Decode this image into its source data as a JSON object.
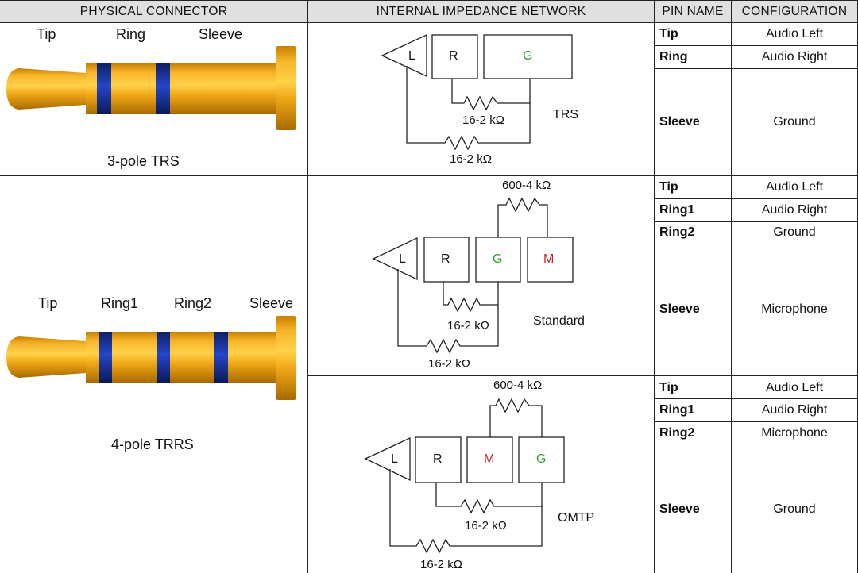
{
  "headers": {
    "physical": "PHYSICAL CONNECTOR",
    "network": "INTERNAL IMPEDANCE NETWORK",
    "pin_name": "PIN NAME",
    "configuration": "CONFIGURATION"
  },
  "colors": {
    "header_bg": "#e0e0e0",
    "plug_gold": "#f0a818",
    "plug_band": "#1a3aa8",
    "ground_label": "#2e9e2e",
    "mic_label": "#cc2222"
  },
  "trs": {
    "labels": [
      "Tip",
      "Ring",
      "Sleeve"
    ],
    "name": "3-pole TRS",
    "circuit": {
      "boxes": [
        "L",
        "R",
        "G"
      ],
      "resistor_top": "16-2 kΩ",
      "resistor_bottom": "16-2 kΩ",
      "type_label": "TRS"
    },
    "pins": [
      {
        "name": "Tip",
        "config": "Audio Left"
      },
      {
        "name": "Ring",
        "config": "Audio Right"
      },
      {
        "name": "Sleeve",
        "config": "Ground"
      }
    ]
  },
  "trrs": {
    "labels": [
      "Tip",
      "Ring1",
      "Ring2",
      "Sleeve"
    ],
    "name": "4-pole TRRS",
    "standard": {
      "boxes": [
        "L",
        "R",
        "G",
        "M"
      ],
      "resistor_mic": "600-4 kΩ",
      "resistor_top": "16-2 kΩ",
      "resistor_bottom": "16-2 kΩ",
      "type_label": "Standard"
    },
    "omtp": {
      "boxes": [
        "L",
        "R",
        "M",
        "G"
      ],
      "resistor_mic": "600-4 kΩ",
      "resistor_top": "16-2 kΩ",
      "resistor_bottom": "16-2 kΩ",
      "type_label": "OMTP"
    },
    "standard_pins": [
      {
        "name": "Tip",
        "config": "Audio Left"
      },
      {
        "name": "Ring1",
        "config": "Audio Right"
      },
      {
        "name": "Ring2",
        "config": "Ground"
      },
      {
        "name": "Sleeve",
        "config": "Microphone"
      }
    ],
    "omtp_pins": [
      {
        "name": "Tip",
        "config": "Audio Left"
      },
      {
        "name": "Ring1",
        "config": "Audio Right"
      },
      {
        "name": "Ring2",
        "config": "Microphone"
      },
      {
        "name": "Sleeve",
        "config": "Ground"
      }
    ]
  }
}
